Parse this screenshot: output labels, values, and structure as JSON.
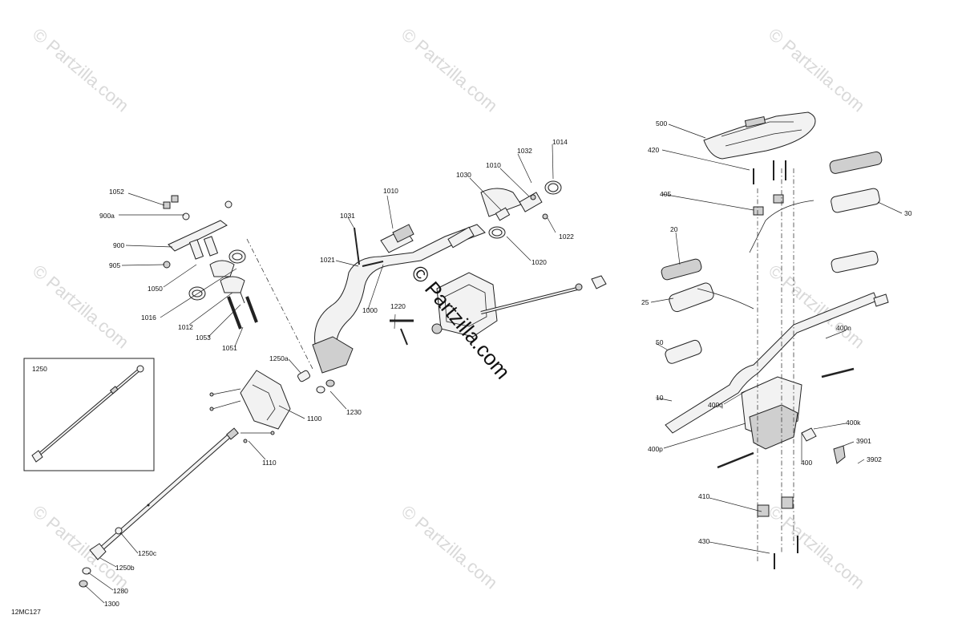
{
  "watermark": {
    "text": "© Partzilla.com",
    "center_text": "© Partzilla.com"
  },
  "diagram_code": "12MC127",
  "inset_label": "1250",
  "labels": {
    "l1052": "1052",
    "l900a": "900a",
    "l900": "900",
    "l905": "905",
    "l1050": "1050",
    "l1016": "1016",
    "l1012": "1012",
    "l1053": "1053",
    "l1051": "1051",
    "l1031": "1031",
    "l1010a": "1010",
    "l1021": "1021",
    "l1000": "1000",
    "l1220": "1220",
    "l1030": "1030",
    "l1010b": "1010",
    "l1032": "1032",
    "l1014": "1014",
    "l1022": "1022",
    "l1020": "1020",
    "l1250a": "1250a",
    "l1230": "1230",
    "l1100": "1100",
    "l1110": "1110",
    "l1250c": "1250c",
    "l1250b": "1250b",
    "l1280": "1280",
    "l1300": "1300",
    "l500": "500",
    "l420": "420",
    "l405": "405",
    "l30": "30",
    "l20": "20",
    "l25": "25",
    "l50": "50",
    "l10": "10",
    "l400n": "400n",
    "l400q": "400q",
    "l400k": "400k",
    "l400p": "400p",
    "l400": "400",
    "l3901": "3901",
    "l3902": "3902",
    "l410": "410",
    "l430": "430"
  }
}
